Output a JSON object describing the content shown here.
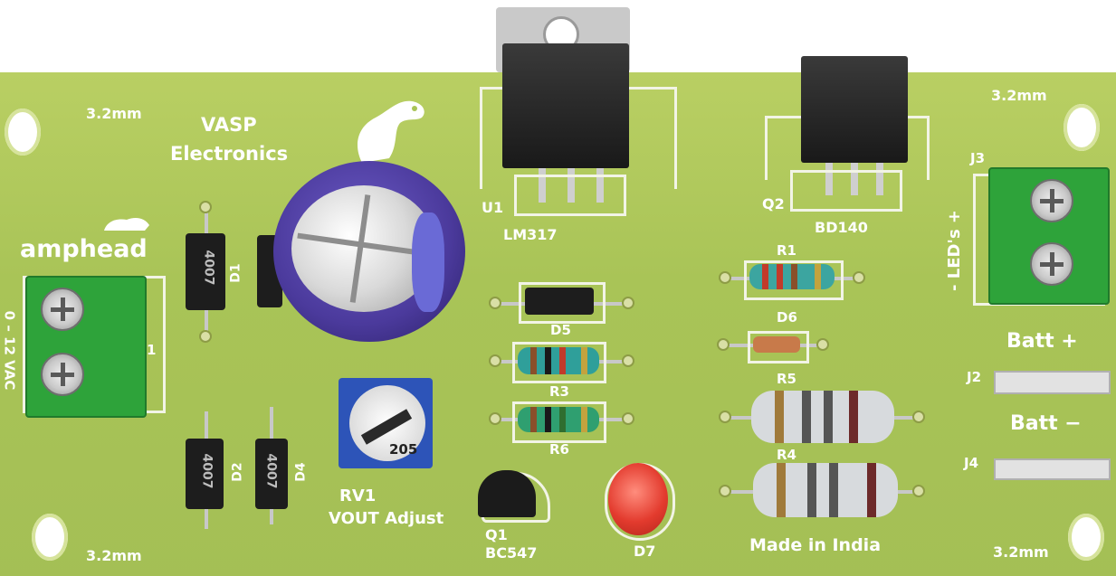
{
  "board": {
    "hole_label_top_left": "3.2mm",
    "hole_label_top_right": "3.2mm",
    "hole_label_bottom_left": "3.2mm",
    "hole_label_bottom_right": "3.2mm",
    "brand_line1": "VASP",
    "brand_line2": "Electronics",
    "connector_brand": "amphead",
    "input_label": "0 – 12 VAC",
    "input_pin": "1",
    "made_in": "Made in India"
  },
  "components": {
    "u1": {
      "ref": "U1",
      "part": "LM317"
    },
    "q2": {
      "ref": "Q2",
      "part": "BD140"
    },
    "q1": {
      "ref": "Q1",
      "part": "BC547"
    },
    "rv1": {
      "ref": "RV1",
      "caption": "VOUT Adjust",
      "marking": "205"
    },
    "d1": {
      "ref": "D1",
      "marking": "4007"
    },
    "d2": {
      "ref": "D2",
      "marking": "4007"
    },
    "d4": {
      "ref": "D4",
      "marking": "4007"
    },
    "d5": {
      "ref": "D5"
    },
    "d6": {
      "ref": "D6"
    },
    "d7": {
      "ref": "D7"
    },
    "r1": {
      "ref": "R1"
    },
    "r3": {
      "ref": "R3"
    },
    "r4": {
      "ref": "R4"
    },
    "r5": {
      "ref": "R5"
    },
    "r6": {
      "ref": "R6"
    },
    "j2": {
      "ref": "J2"
    },
    "j3": {
      "ref": "J3",
      "label": "- LED's +"
    },
    "j4": {
      "ref": "J4"
    },
    "batt_plus": {
      "label": "Batt +"
    },
    "batt_minus": {
      "label": "Batt −"
    }
  },
  "colors": {
    "pcb": "#a9c457",
    "silkscreen": "#ffffff",
    "terminal": "#2ea33a",
    "capacitor": "#5b4ab0",
    "led": "#e33b2e"
  }
}
